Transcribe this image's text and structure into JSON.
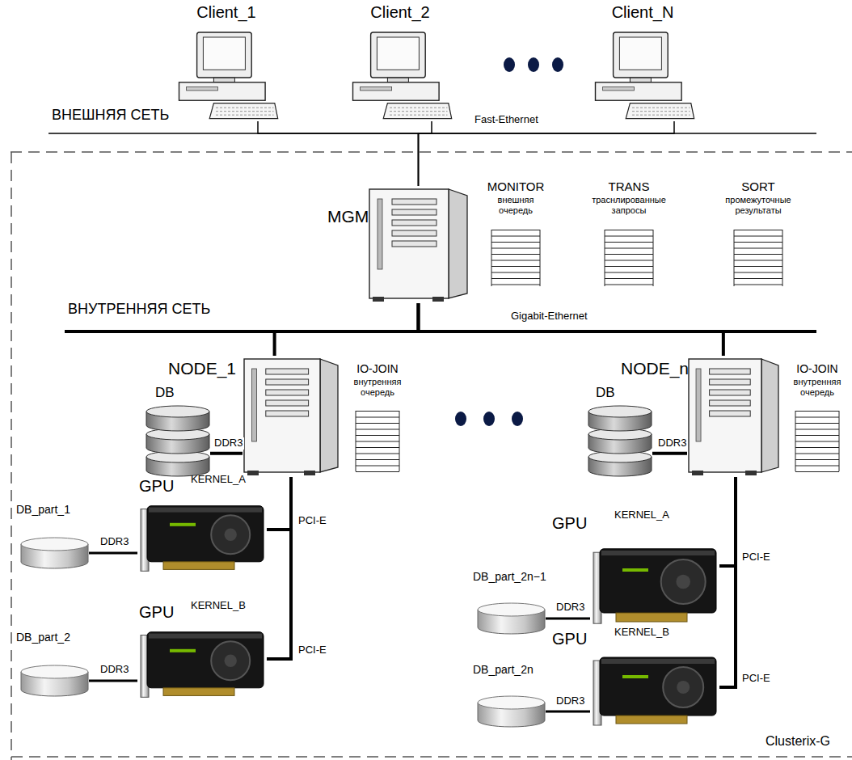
{
  "diagram": {
    "nodes": [
      {
        "text": [
          "Clusterix-G"
        ]
      },
      {
        "text": [
          "Client_1"
        ]
      },
      {
        "text": [
          "Client_2"
        ]
      },
      {
        "text": [
          "Client_N"
        ]
      },
      {
        "text": [
          "MGM"
        ],
        "in": 0
      },
      {
        "text": [
          "MONITOR",
          "внешняя очередь"
        ],
        "in": 0
      },
      {
        "text": [
          "TRANS",
          "траснлированные запросы"
        ],
        "in": 0
      },
      {
        "text": [
          "SORT",
          "промежуточные результаты"
        ],
        "in": 0
      },
      {
        "text": [
          "NODE_1"
        ],
        "in": 0
      },
      {
        "text": [
          "IO-JOIN",
          "внутренняя очередь"
        ],
        "in": 0
      },
      {
        "text": [
          "DB"
        ],
        "in": 0
      },
      {
        "text": [
          "GPU",
          "KERNEL_A"
        ],
        "in": 0
      },
      {
        "text": [
          "DB_part_1"
        ],
        "in": 0
      },
      {
        "text": [
          "GPU",
          "KERNEL_B"
        ],
        "in": 0
      },
      {
        "text": [
          "DB_part_2"
        ],
        "in": 0
      },
      {
        "text": [
          "NODE_n"
        ],
        "in": 0
      },
      {
        "text": [
          "IO-JOIN",
          "внутренняя очередь"
        ],
        "in": 0
      },
      {
        "text": [
          "DB"
        ],
        "in": 0
      },
      {
        "text": [
          "GPU",
          "KERNEL_A"
        ],
        "in": 0
      },
      {
        "text": [
          "DB_part_2n−1"
        ],
        "in": 0
      },
      {
        "text": [
          "GPU",
          "KERNEL_B"
        ],
        "in": 0
      },
      {
        "text": [
          "DB_part_2n"
        ],
        "in": 0
      }
    ],
    "edges": [
      {
        "from": 1,
        "to": 4,
        "arrow": "none"
      },
      {
        "from": 2,
        "to": 4,
        "arrow": "none"
      },
      {
        "from": 3,
        "to": 4,
        "arrow": "none"
      },
      {
        "from": 4,
        "to": 8,
        "arrow": "none"
      },
      {
        "from": 4,
        "to": 15,
        "arrow": "none"
      },
      {
        "from": 10,
        "to": 8,
        "label": "DDR3",
        "arrow": "none"
      },
      {
        "from": 12,
        "to": 11,
        "label": "DDR3",
        "arrow": "none"
      },
      {
        "from": 11,
        "to": 8,
        "label": "PCI-E",
        "arrow": "none"
      },
      {
        "from": 14,
        "to": 13,
        "label": "DDR3",
        "arrow": "none"
      },
      {
        "from": 13,
        "to": 8,
        "label": "PCI-E",
        "arrow": "none"
      },
      {
        "from": 17,
        "to": 15,
        "label": "DDR3",
        "arrow": "none"
      },
      {
        "from": 19,
        "to": 18,
        "label": "DDR3",
        "arrow": "none"
      },
      {
        "from": 18,
        "to": 15,
        "label": "PCI-E",
        "arrow": "none"
      },
      {
        "from": 21,
        "to": 20,
        "label": "DDR3",
        "arrow": "none"
      },
      {
        "from": 20,
        "to": 15,
        "label": "PCI-E",
        "arrow": "none"
      }
    ],
    "labels": [
      "ВНЕШНЯЯ СЕТЬ",
      "Fast-Ethernet",
      "ВНУТРЕННЯЯ СЕТЬ",
      "Gigabit-Ethernet"
    ]
  }
}
